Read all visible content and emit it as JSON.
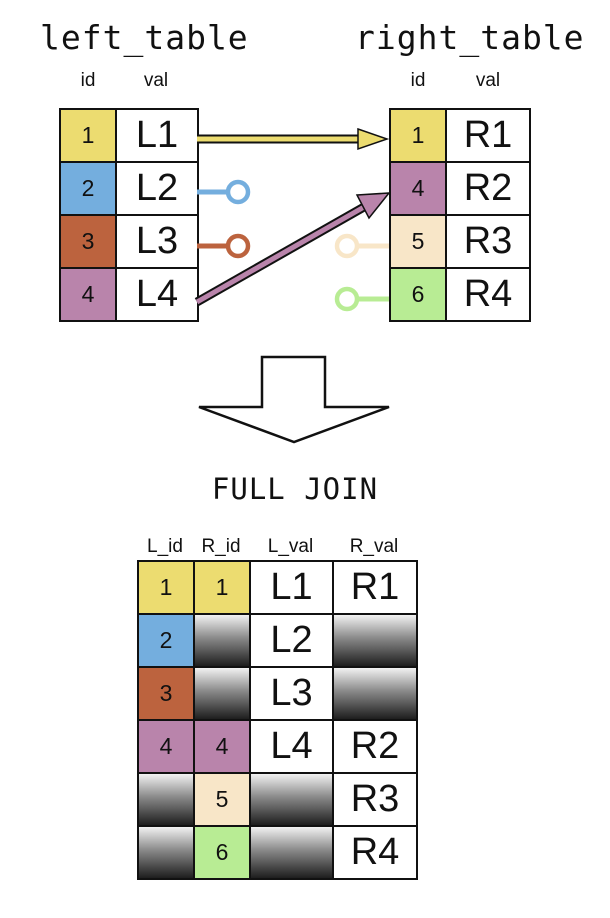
{
  "left_table": {
    "title": "left_table",
    "headers": [
      "id",
      "val"
    ],
    "rows": [
      {
        "id": "1",
        "val": "L1",
        "color": "#ecdc70"
      },
      {
        "id": "2",
        "val": "L2",
        "color": "#74aede"
      },
      {
        "id": "3",
        "val": "L3",
        "color": "#bc633e"
      },
      {
        "id": "4",
        "val": "L4",
        "color": "#b984ab"
      }
    ]
  },
  "right_table": {
    "title": "right_table",
    "headers": [
      "id",
      "val"
    ],
    "rows": [
      {
        "id": "1",
        "val": "R1",
        "color": "#ecdc70"
      },
      {
        "id": "4",
        "val": "R2",
        "color": "#b984ab"
      },
      {
        "id": "5",
        "val": "R3",
        "color": "#f8e6c8"
      },
      {
        "id": "6",
        "val": "R4",
        "color": "#b8ec94"
      }
    ]
  },
  "connectors": {
    "match_1_color": "#ecdc70",
    "match_4_color": "#b984ab",
    "unmatched_left_2_color": "#74aede",
    "unmatched_left_3_color": "#bc633e",
    "unmatched_right_5_color": "#f8e6c8",
    "unmatched_right_6_color": "#b8ec94"
  },
  "operation": {
    "label": "FULL JOIN"
  },
  "result_table": {
    "headers": [
      "L_id",
      "R_id",
      "L_val",
      "R_val"
    ],
    "rows": [
      {
        "L_id": "1",
        "R_id": "1",
        "L_val": "L1",
        "R_val": "R1",
        "L_color": "#ecdc70",
        "R_color": "#ecdc70"
      },
      {
        "L_id": "2",
        "R_id": "",
        "L_val": "L2",
        "R_val": "",
        "L_color": "#74aede",
        "R_color": ""
      },
      {
        "L_id": "3",
        "R_id": "",
        "L_val": "L3",
        "R_val": "",
        "L_color": "#bc633e",
        "R_color": ""
      },
      {
        "L_id": "4",
        "R_id": "4",
        "L_val": "L4",
        "R_val": "R2",
        "L_color": "#b984ab",
        "R_color": "#b984ab"
      },
      {
        "L_id": "",
        "R_id": "5",
        "L_val": "",
        "R_val": "R3",
        "L_color": "",
        "R_color": "#f8e6c8"
      },
      {
        "L_id": "",
        "R_id": "6",
        "L_val": "",
        "R_val": "R4",
        "L_color": "",
        "R_color": "#b8ec94"
      }
    ]
  }
}
